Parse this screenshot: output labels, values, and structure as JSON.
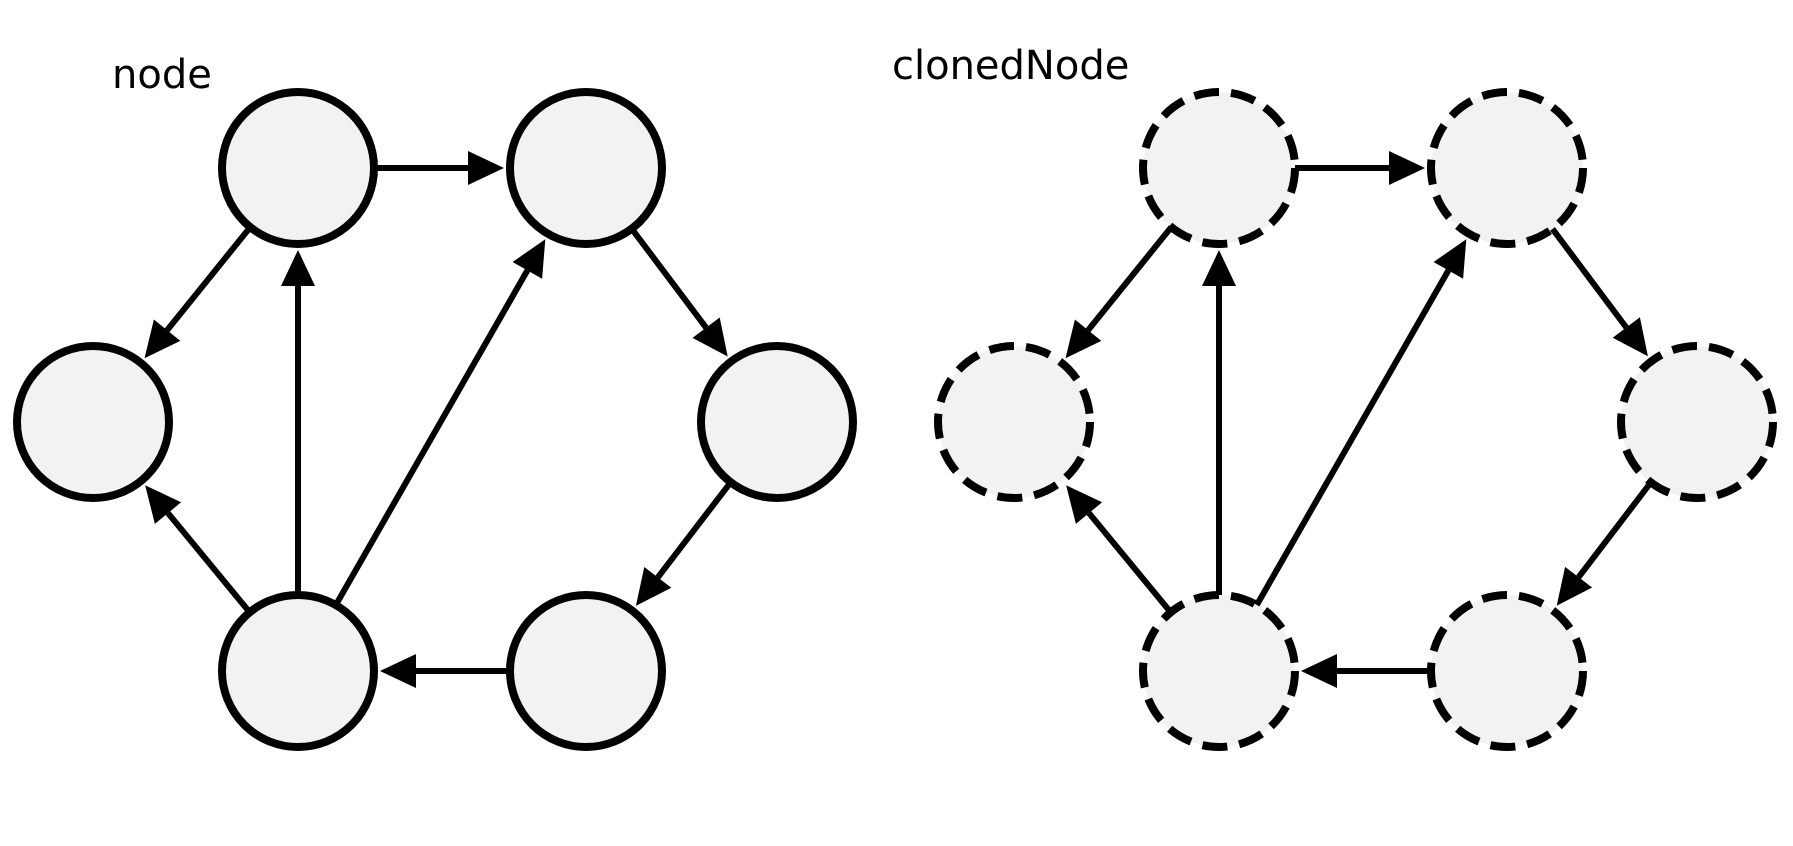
{
  "colors": {
    "node_fill": "#f2f2f2",
    "stroke": "#000000",
    "background": "#ffffff"
  },
  "graphs": [
    {
      "id": "original",
      "title": "node",
      "border_style": "solid",
      "nodes": [
        "top-left",
        "top-right",
        "left",
        "right",
        "bottom-left",
        "bottom-right"
      ],
      "edges": [
        {
          "from": "top-left",
          "to": "top-right"
        },
        {
          "from": "top-left",
          "to": "left"
        },
        {
          "from": "top-right",
          "to": "right"
        },
        {
          "from": "right",
          "to": "bottom-right"
        },
        {
          "from": "bottom-right",
          "to": "bottom-left"
        },
        {
          "from": "bottom-left",
          "to": "left"
        },
        {
          "from": "bottom-left",
          "to": "top-left"
        },
        {
          "from": "bottom-left",
          "to": "top-right"
        }
      ]
    },
    {
      "id": "cloned",
      "title": "clonedNode",
      "border_style": "dashed",
      "nodes": [
        "top-left",
        "top-right",
        "left",
        "right",
        "bottom-left",
        "bottom-right"
      ],
      "edges": [
        {
          "from": "top-left",
          "to": "top-right"
        },
        {
          "from": "top-left",
          "to": "left"
        },
        {
          "from": "top-right",
          "to": "right"
        },
        {
          "from": "right",
          "to": "bottom-right"
        },
        {
          "from": "bottom-right",
          "to": "bottom-left"
        },
        {
          "from": "bottom-left",
          "to": "left"
        },
        {
          "from": "bottom-left",
          "to": "top-left"
        },
        {
          "from": "bottom-left",
          "to": "top-right"
        }
      ]
    }
  ]
}
